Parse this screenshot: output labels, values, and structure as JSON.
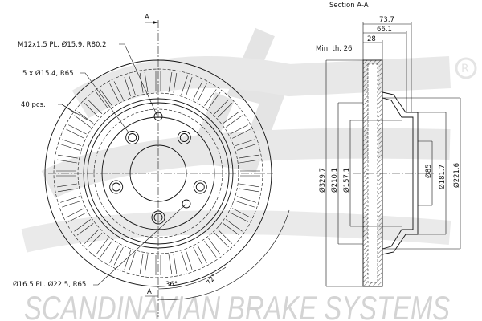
{
  "section_title": "Section A-A",
  "section_marker": "A",
  "callouts": {
    "threaded_hole": "M12x1.5 PL. Ø15.9, R80.2",
    "bolt_holes": "5 x Ø15.4, R65",
    "vanes": "40 pcs.",
    "pilot_hole": "Ø16.5 PL. Ø22.5, R65"
  },
  "angles": [
    "36°",
    "72°"
  ],
  "dimensions": {
    "overall_height": "73.7",
    "hat_height": "66.1",
    "thickness": "28",
    "min_thickness": "Min. th. 26",
    "outer_diameter": "Ø329.7",
    "inner_friction_diameter": "Ø210.1",
    "hat_inner_diameter": "Ø157.1",
    "center_bore": "Ø85",
    "hat_outer_diameter": "Ø181.7",
    "friction_ring_inner": "Ø221.6"
  },
  "logo": {
    "brand": "sbs",
    "watermark": "SCANDINAVIAN BRAKE SYSTEMS",
    "color": "#d4d4d4"
  }
}
